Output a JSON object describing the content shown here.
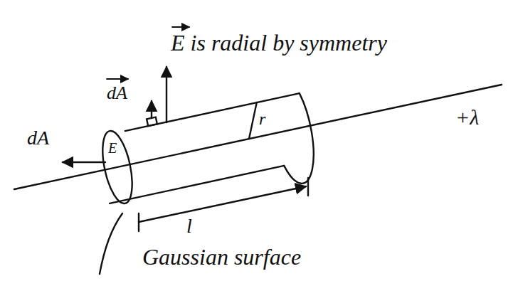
{
  "diagram": {
    "labels": [
      "E is radial by symmetry",
      "dA",
      "dA",
      "E",
      "r",
      "+λ",
      "l",
      "Gaussian surface"
    ]
  }
}
